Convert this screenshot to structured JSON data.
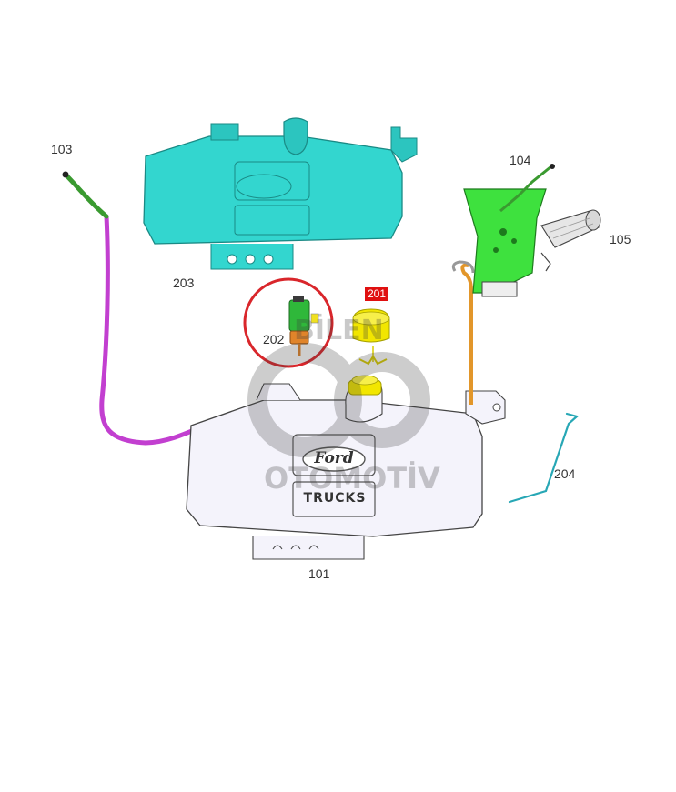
{
  "parts": [
    {
      "id": "part-101",
      "label": "101"
    },
    {
      "id": "part-103",
      "label": "103"
    },
    {
      "id": "part-104",
      "label": "104"
    },
    {
      "id": "part-105",
      "label": "105"
    },
    {
      "id": "part-201",
      "label": "201",
      "highlighted": true
    },
    {
      "id": "part-202",
      "label": "202",
      "circled": true
    },
    {
      "id": "part-203",
      "label": "203"
    },
    {
      "id": "part-204",
      "label": "204"
    }
  ],
  "tank_logo": {
    "brand": "Ford",
    "subtitle": "TRUCKS"
  },
  "watermark": {
    "top": "BİLEN",
    "bottom": "OTOMOTİV"
  },
  "colors": {
    "reservoir_main": "#f4f3fb",
    "reservoir_alt": "#33d6cf",
    "pump": "#2fb83a",
    "cap": "#f2e600",
    "hose_magenta": "#c23fd0",
    "hose_orange": "#e2962a",
    "wiper_motor": "#e6e6e6",
    "bracket": "#3ee13e",
    "line_204": "#27a7b5",
    "highlight_circle": "#d9262b",
    "label_box": "#e01010"
  }
}
